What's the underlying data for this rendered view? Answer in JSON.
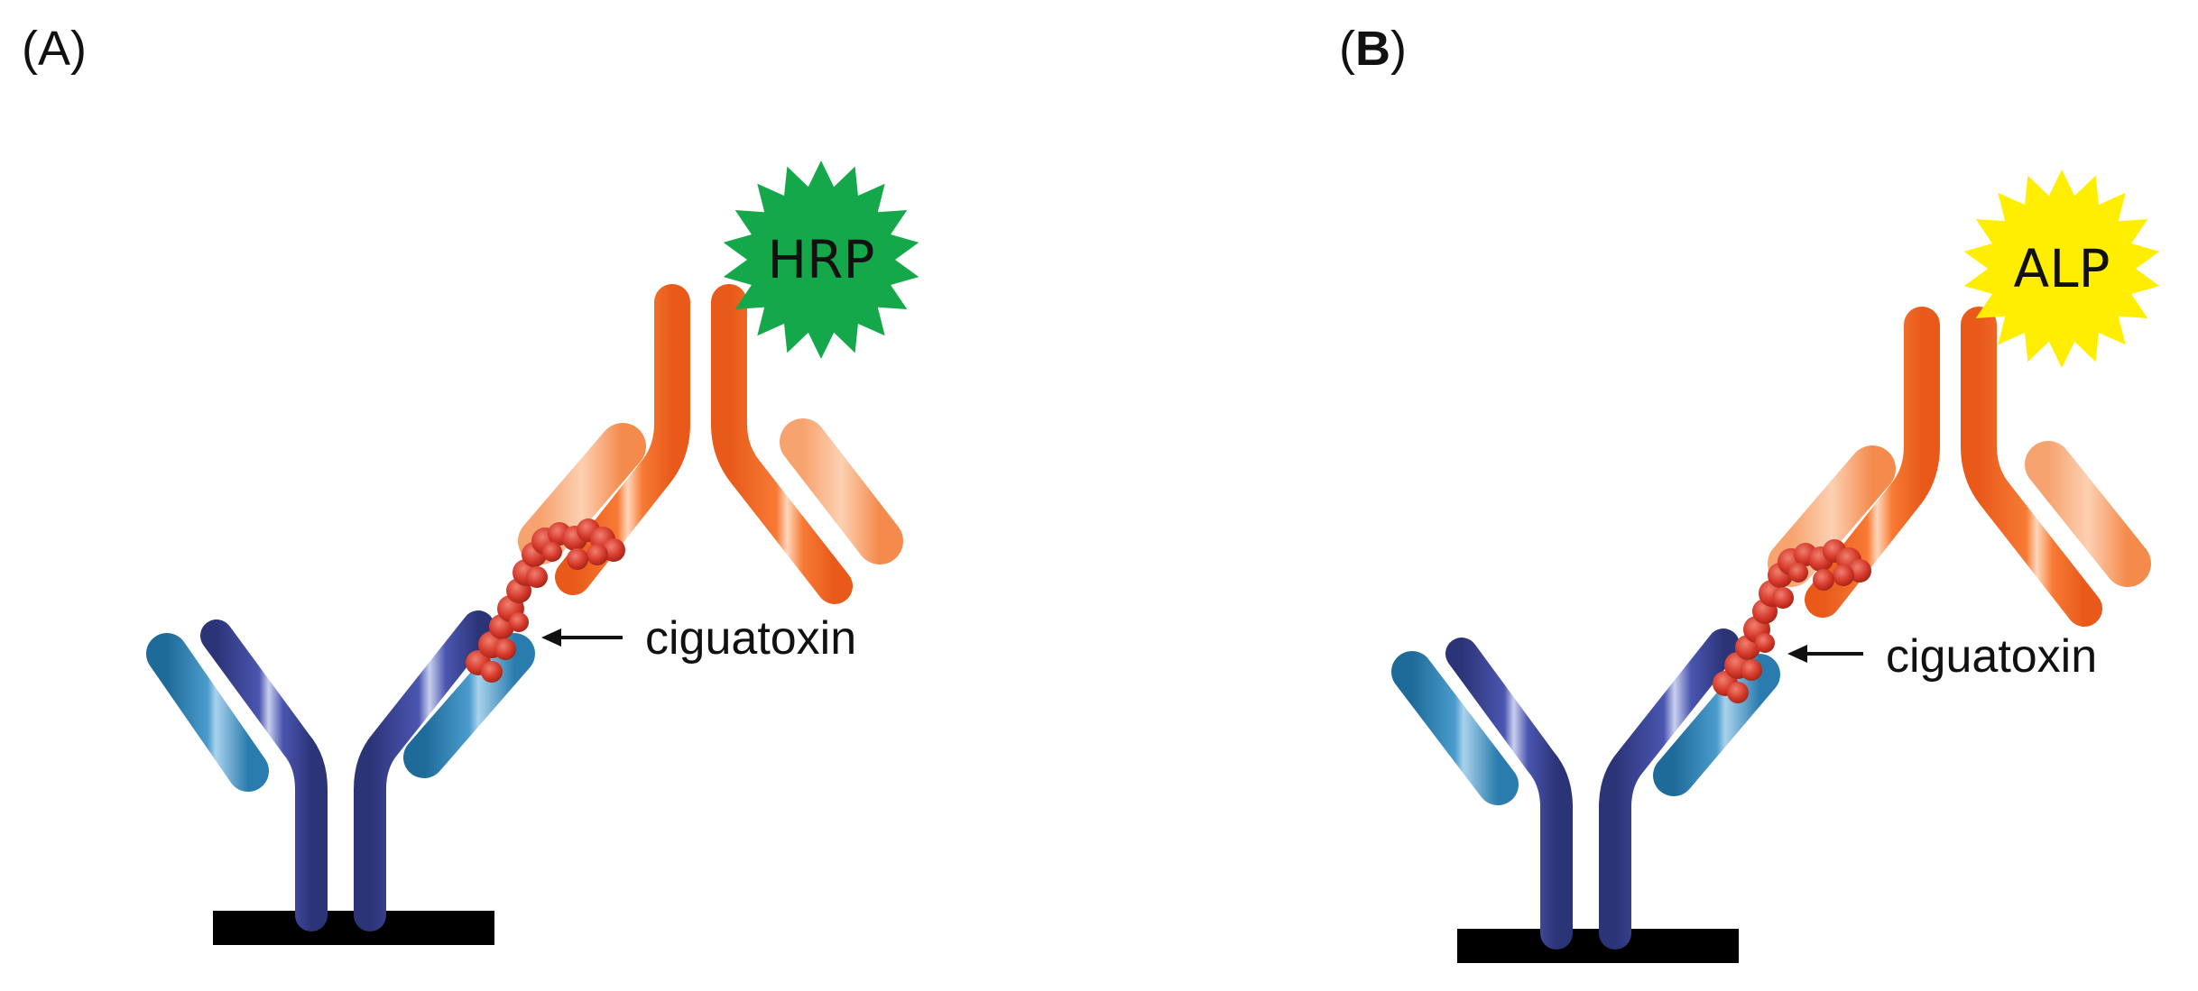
{
  "figure": {
    "panels": [
      {
        "label_open": "(",
        "label_letter": "A",
        "label_close": ")",
        "label_bold": false,
        "enzyme": "HRP",
        "enzyme_color": "#14a84a",
        "callout": "ciguatoxin"
      },
      {
        "label_open": "(",
        "label_letter": "B",
        "label_close": ")",
        "label_bold": true,
        "enzyme": "ALP",
        "enzyme_color": "#ffee00",
        "callout": "ciguatoxin"
      }
    ],
    "colors": {
      "capture_antibody_heavy": "#36408f",
      "capture_antibody_light": "#2e7fb0",
      "detection_antibody": "#f26a1f",
      "detection_antibody_light": "#f7a672",
      "toxin": "#d93a2a",
      "surface": "#000000"
    }
  }
}
